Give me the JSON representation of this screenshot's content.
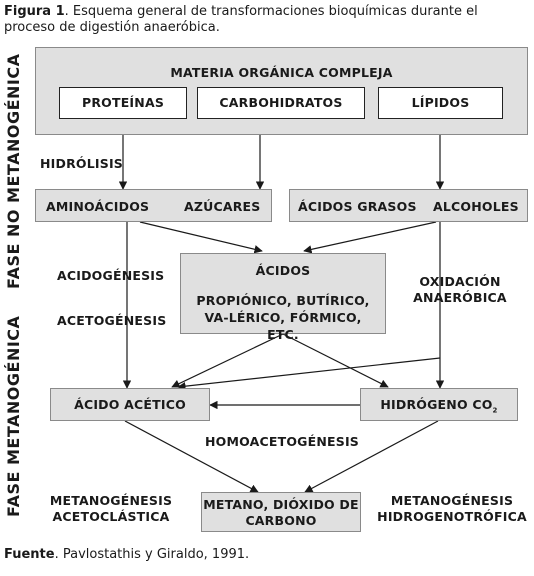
{
  "caption": {
    "label": "Figura 1",
    "text": ". Esquema general de transformaciones bioquímicas durante el proceso de digestión anaeróbica."
  },
  "phases": {
    "no_metanogenica": "FASE NO METANOGÉNICA",
    "metanogenica": "FASE METANOGÉNICA"
  },
  "nodes": {
    "materia": "MATERIA ORGÁNICA COMPLEJA",
    "proteinas": "PROTEÍNAS",
    "carbohidratos": "CARBOHIDRATOS",
    "lipidos": "LÍPIDOS",
    "aminoacidos": "AMINOÁCIDOS",
    "azucares": "AZÚCARES",
    "acidos_grasos": "ÁCIDOS GRASOS",
    "alcoholes": "ALCOHOLES",
    "acidos": "ÁCIDOS",
    "acidos_detail": "PROPIÓNICO, BUTÍRICO, VA-LÉRICO, FÓRMICO, ETC.",
    "acido_acetico": "ÁCIDO ACÉTICO",
    "hidrogeno": "HIDRÓGENO CO",
    "hidrogeno_sub": "2",
    "metano": "METANO, DIÓXIDO DE CARBONO"
  },
  "processes": {
    "hidrolisis": "HIDRÓLISIS",
    "acidogenesis": "ACIDOGÉNESIS",
    "acetogenesis": "ACETOGÉNESIS",
    "oxidacion": "OXIDACIÓN ANAERÓBICA",
    "homoacetogenesis": "HOMOACETOGÉNESIS",
    "metanogenesis_aceto": "METANOGÉNESIS ACETOCLÁSTICA",
    "metanogenesis_hidro": "METANOGÉNESIS HIDROGENOTRÓFICA"
  },
  "source": {
    "label": "Fuente",
    "text": ". Pavlostathis y Giraldo, 1991."
  }
}
